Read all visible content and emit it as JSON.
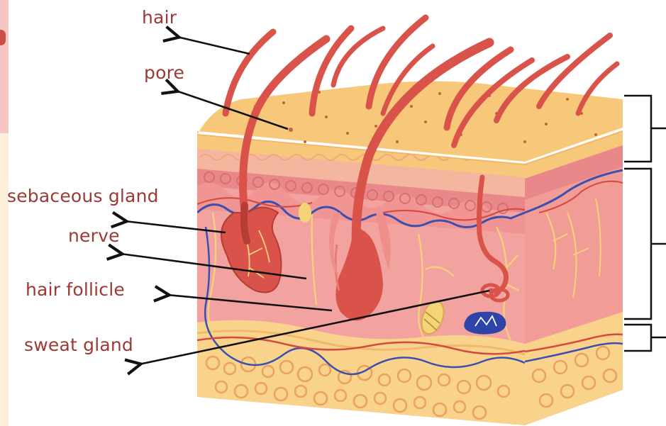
{
  "labels": {
    "hair": "hair",
    "pore": "pore",
    "sebaceous_gland": "sebaceous gland",
    "nerve": "nerve",
    "hair_follicle": "hair follicle",
    "sweat_gland": "sweat gland"
  },
  "colors": {
    "label_text": "#9b3a35",
    "hair": "#d9534a",
    "epidermis": "#f7c87a",
    "dermis": "#f2a3a0",
    "hypodermis": "#f9d38c",
    "nerve": "#3b4fb0",
    "vessel": "#d44a3f",
    "pointer": "#111111"
  }
}
